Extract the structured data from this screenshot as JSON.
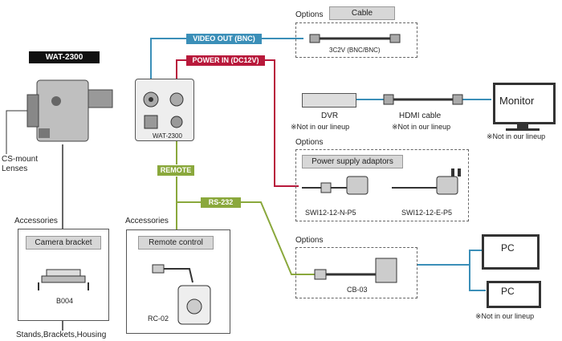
{
  "camera": {
    "model": "WAT-2300",
    "lens": "CS-mount\nLenses"
  },
  "connections": {
    "video_out": "VIDEO OUT (BNC)",
    "power_in": "POWER IN (DC12V)",
    "remote": "REMOTE",
    "rs232": "RS-232"
  },
  "cable_options": {
    "options_label": "Options",
    "header": "Cable",
    "cable_name": "3C2V (BNC/BNC)"
  },
  "dvr": {
    "label": "DVR",
    "note": "※Not in our lineup"
  },
  "hdmi": {
    "label": "HDMI cable",
    "note": "※Not in our lineup"
  },
  "monitor": {
    "label": "Monitor",
    "note": "※Not in our lineup"
  },
  "power_options": {
    "options_label": "Options",
    "header": "Power supply adaptors",
    "adaptors": [
      "SWI12-12-N-P5",
      "SWI12-12-E-P5"
    ]
  },
  "accessories_left": {
    "label": "Accessories",
    "header": "Camera bracket",
    "item": "B004",
    "footer": "Stands,Brackets,Housing"
  },
  "accessories_mid": {
    "label": "Accessories",
    "header": "Remote control",
    "item": "RC-02"
  },
  "rs_options": {
    "options_label": "Options",
    "cable_name": "CB-03"
  },
  "pc": {
    "label1": "PC",
    "label2": "PC",
    "note": "※Not in our lineup"
  },
  "colors": {
    "video": "#3b8fb8",
    "power": "#b8193b",
    "remote": "#8aa83c",
    "line": "#333333"
  }
}
